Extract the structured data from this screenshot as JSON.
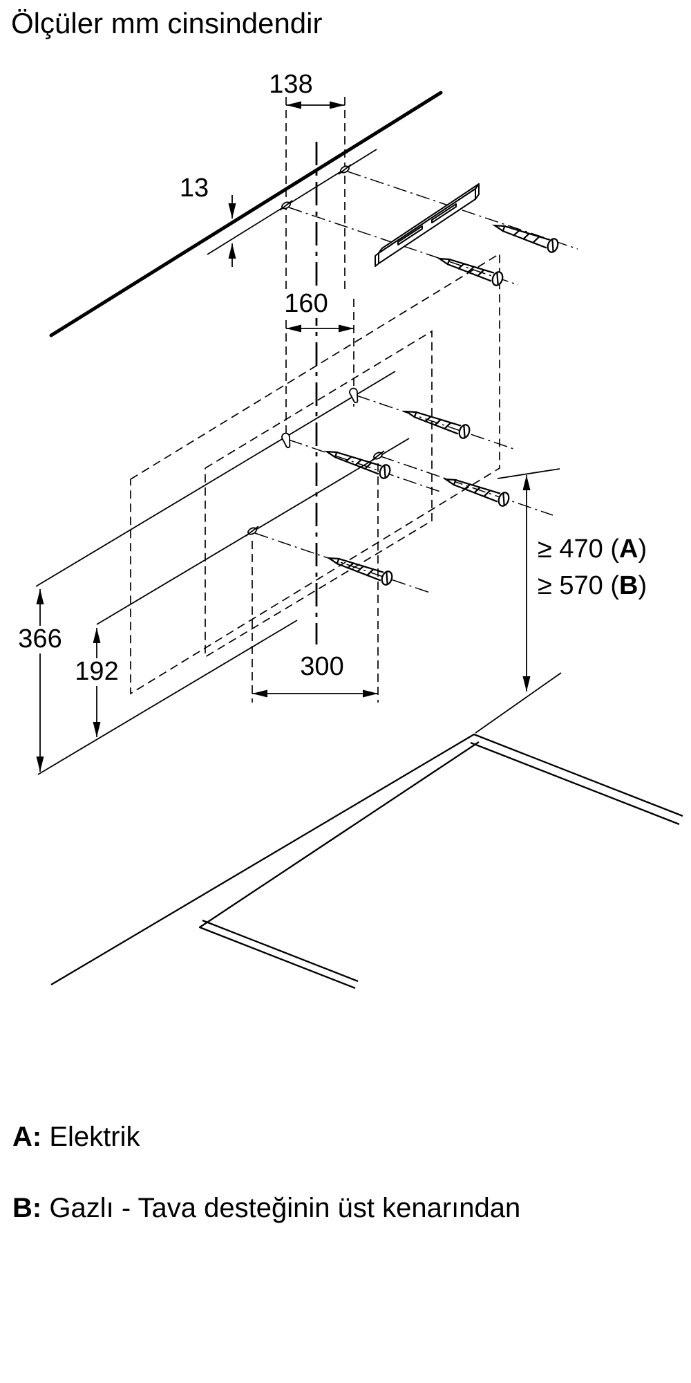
{
  "title": "Ölçüler mm cinsindendir",
  "dims": {
    "d138": "138",
    "d13": "13",
    "d160": "160",
    "d366": "366",
    "d192": "192",
    "d300": "300",
    "a_prefix": "≥ 470 (",
    "a_letter": "A",
    "a_suffix": ")",
    "b_prefix": "≥ 570 (",
    "b_letter": "B",
    "b_suffix": ")"
  },
  "legend": {
    "a_key": "A:",
    "a_text": "Elektrik",
    "b_key": "B:",
    "b_text": "Gazlı - Tava desteğinin üst kenarından"
  }
}
